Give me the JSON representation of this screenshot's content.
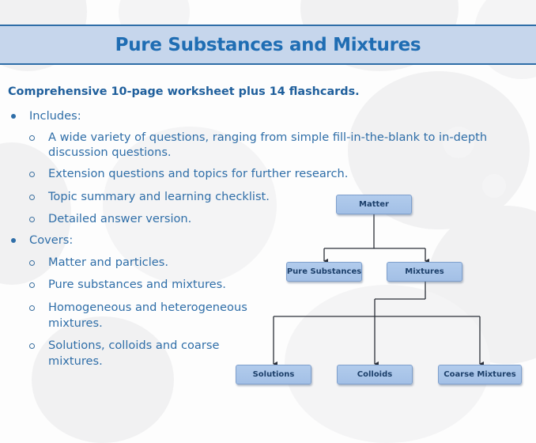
{
  "header": {
    "title": "Pure Substances and Mixtures"
  },
  "subtitle": "Comprehensive 10-page worksheet plus 14 flashcards.",
  "sections": [
    {
      "label": "Includes:",
      "items": [
        "A wide variety of questions, ranging from simple fill-in-the-blank to in-depth",
        "discussion questions.",
        "Extension questions and topics for further research.",
        "Topic summary and learning checklist.",
        "Detailed answer version."
      ]
    },
    {
      "label": "Covers:",
      "items": [
        "Matter and particles.",
        "Pure substances and mixtures.",
        "Homogeneous and heterogeneous",
        "mixtures.",
        "Solutions, colloids and coarse",
        "mixtures."
      ]
    }
  ],
  "diagram": {
    "root": "Matter",
    "level1": [
      "Pure Substances",
      "Mixtures"
    ],
    "level2": [
      "Solutions",
      "Colloids",
      "Coarse Mixtures"
    ]
  },
  "colors": {
    "title": "#1f6db3",
    "banner_fill": "#c6d6ec",
    "banner_border": "#2f6ea8",
    "text": "#2f6ea8",
    "node_fill": "#a9c5e9",
    "connector": "#2b2f38"
  }
}
